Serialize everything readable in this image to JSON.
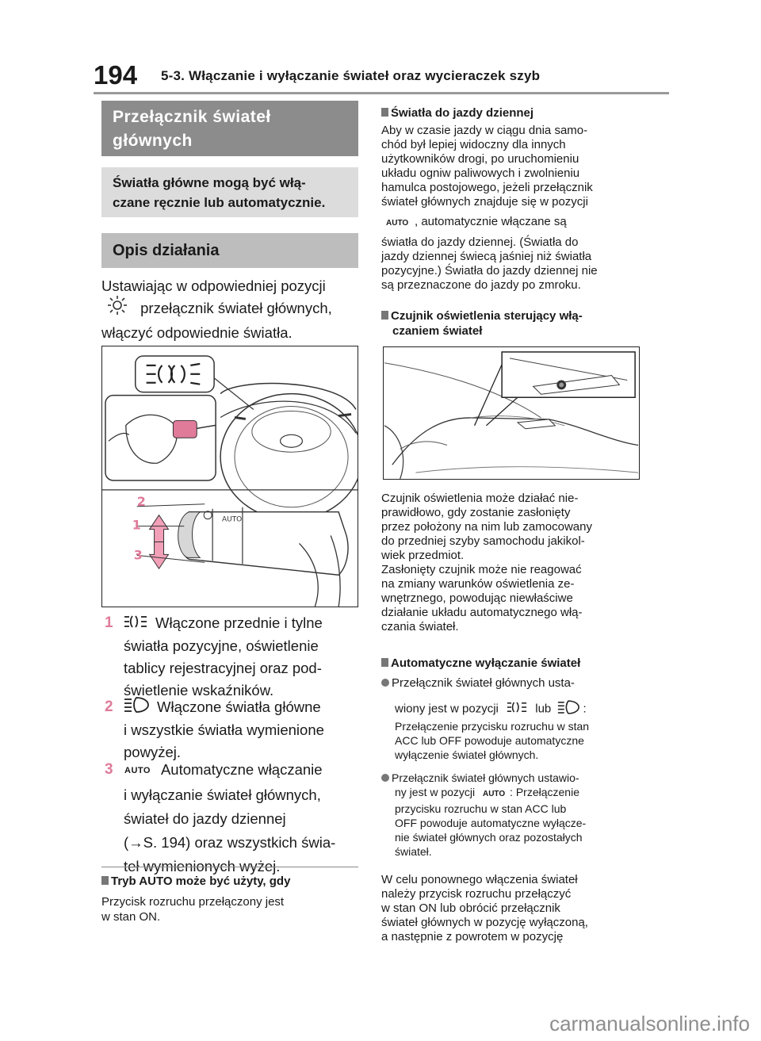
{
  "header": {
    "page_number": "194",
    "chapter": "5-3. Włączanie i wyłączanie świateł oraz wycieraczek szyb"
  },
  "left": {
    "title_line1": "Przełącznik świateł",
    "title_line2": "głównych",
    "summary_line1": "Światła główne mogą być włą-",
    "summary_line2": "czane ręcznie lub automatycznie.",
    "section_title": "Opis działania",
    "intro_line1": "Ustawiając w odpowiedniej pozycji",
    "intro_line2": "przełącznik świateł głównych,",
    "intro_line3": "włączyć odpowiednie światła.",
    "diagram_labels": [
      "2",
      "1",
      "3"
    ],
    "items": [
      {
        "num": "1",
        "icon": "parking-lights-icon",
        "lines": [
          "Włączone przednie i tylne",
          "światła pozycyjne, oświetlenie",
          "tablicy rejestracyjnej oraz pod-",
          "świetlenie wskaźników."
        ]
      },
      {
        "num": "2",
        "icon": "headlight-icon",
        "lines": [
          "Włączone światła główne",
          "i wszystkie światła wymienione",
          "powyżej."
        ]
      },
      {
        "num": "3",
        "icon": "auto-icon",
        "lines": [
          "Automatyczne włączanie",
          "i wyłączanie świateł głównych,",
          "świateł do jazdy dziennej",
          "(→S. 194) oraz wszystkich świa-",
          "teł wymienionych wyżej."
        ]
      }
    ],
    "auto_icon_text": "AUTO",
    "note_head": "Tryb AUTO może być użyty, gdy",
    "note_line1": "Przycisk rozruchu przełączony jest",
    "note_line2": "w stan ON."
  },
  "right": {
    "drl_head": "Światła do jazdy dziennej",
    "drl_lines": [
      "Aby w czasie jazdy w ciągu dnia samo-",
      "chód był lepiej widoczny dla innych",
      "użytkowników drogi, po uruchomieniu",
      "układu ogniw paliwowych i zwolnieniu",
      "hamulca postojowego, jeżeli przełącznik",
      "świateł głównych znajduje się w pozycji"
    ],
    "drl_line_auto": ", automatycznie włączane są",
    "drl_lines2": [
      "światła do jazdy dziennej. (Światła do",
      "jazdy dziennej świecą jaśniej niż światła",
      "pozycyjne.) Światła do jazdy dziennej nie",
      "są przeznaczone do jazdy po zmroku."
    ],
    "sensor_head1": "Czujnik oświetlenia sterujący włą-",
    "sensor_head2": "czaniem świateł",
    "sensor_lines": [
      "Czujnik oświetlenia może działać nie-",
      "prawidłowo, gdy zostanie zasłonięty",
      "przez położony na nim lub zamocowany",
      "do przedniej szyby samochodu jakikol-",
      "wiek przedmiot.",
      "Zasłonięty czujnik może nie reagować",
      "na zmiany warunków oświetlenia ze-",
      "wnętrznego, powodując niewłaściwe",
      "działanie układu automatycznego włą-",
      "czania świateł."
    ],
    "autooff_head": "Automatyczne wyłączanie świateł",
    "b1_line1": "Przełącznik świateł głównych usta-",
    "b1_line2a": "wiony jest w pozycji",
    "b1_line2b": "lub",
    "b1_line2c": ":",
    "b1_sub": [
      "Przełączenie przycisku rozruchu w stan",
      "ACC lub OFF powoduje automatyczne",
      "wyłączenie świateł głównych."
    ],
    "b2_line1": "Przełącznik świateł głównych ustawio-",
    "b2_line2a": "ny jest w pozycji",
    "b2_line2b": ": Przełączenie",
    "b2_sub": [
      "przycisku rozruchu w stan ACC lub",
      "OFF powoduje automatyczne wyłącze-",
      "nie świateł głównych oraz pozostałych",
      "świateł."
    ],
    "end_lines": [
      "W celu ponownego włączenia świateł",
      "należy przycisk rozruchu przełączyć",
      "w stan ON lub obrócić przełącznik",
      "świateł głównych w pozycję wyłączoną,",
      "a następnie z powrotem w pozycję"
    ]
  },
  "watermark": "carmanualsonline.info",
  "colors": {
    "accent": "#e07b9a",
    "title_bg": "#8c8c8c",
    "summary_bg": "#dcdcdc",
    "section_bg": "#bdbdbd"
  }
}
